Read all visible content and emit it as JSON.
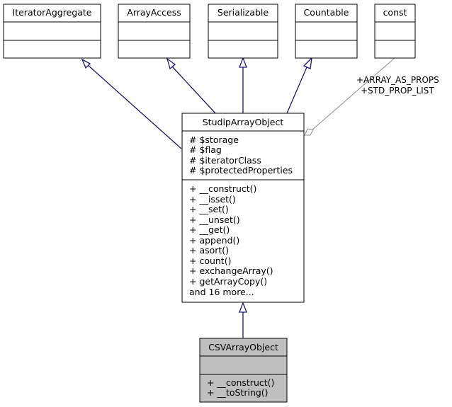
{
  "diagram": {
    "interfaces": [
      {
        "name": "IteratorAggregate"
      },
      {
        "name": "ArrayAccess"
      },
      {
        "name": "Serializable"
      },
      {
        "name": "Countable"
      },
      {
        "name": "const"
      }
    ],
    "main_class": {
      "name": "StudipArrayObject",
      "attributes": [
        "# $storage",
        "# $flag",
        "# $iteratorClass",
        "# $protectedProperties"
      ],
      "methods": [
        "+ __construct()",
        "+ __isset()",
        "+ __set()",
        "+ __unset()",
        "+ __get()",
        "+ append()",
        "+ asort()",
        "+ count()",
        "+ exchangeArray()",
        "+ getArrayCopy()",
        "and 16 more..."
      ]
    },
    "sub_class": {
      "name": "CSVArrayObject",
      "methods": [
        "+ __construct()",
        "+ __toString()"
      ]
    },
    "association_labels": [
      "+ARRAY_AS_PROPS",
      "+STD_PROP_LIST"
    ],
    "colors": {
      "highlight_fill": "#bfbfbf",
      "inheritance_edge": "#191970",
      "association_edge": "#909090"
    }
  }
}
